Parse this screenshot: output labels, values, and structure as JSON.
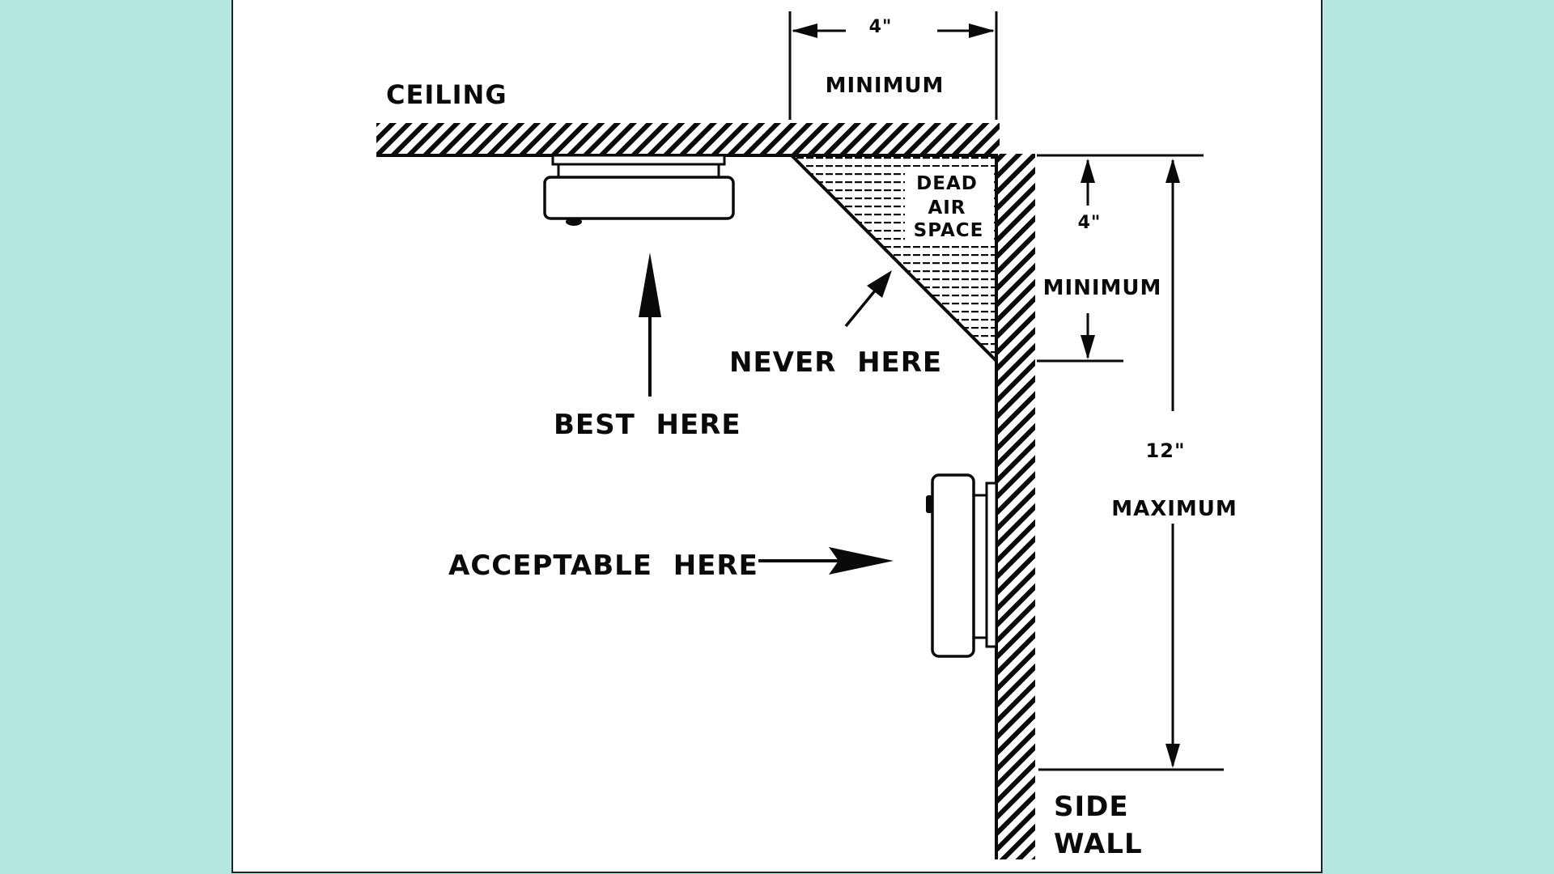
{
  "diagram": {
    "labels": {
      "ceiling": "CEILING",
      "top_dimension_value": "4\"",
      "top_dimension_caption": "MINIMUM",
      "dead_air_line1": "DEAD",
      "dead_air_line2": "AIR",
      "dead_air_line3": "SPACE",
      "wall_dimension_value": "4\"",
      "wall_dimension_caption": "MINIMUM",
      "max_dimension_value": "12\"",
      "max_dimension_caption": "MAXIMUM",
      "never_here": "NEVER  HERE",
      "best_here": "BEST  HERE",
      "acceptable_here": "ACCEPTABLE  HERE",
      "side_wall_line1": "SIDE",
      "side_wall_line2": "WALL"
    },
    "colors": {
      "background": "#b6e6e0",
      "panel": "#ffffff",
      "ink": "#0a0a0a"
    }
  }
}
